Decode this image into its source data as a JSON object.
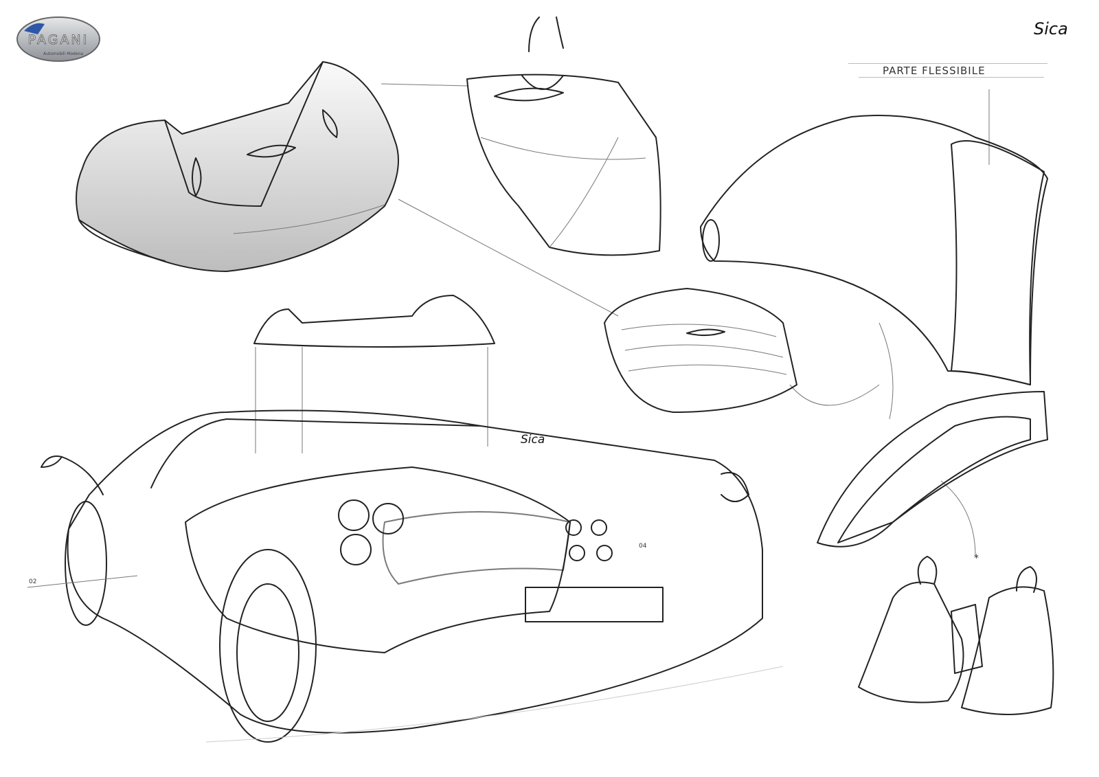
{
  "logo": {
    "brand": "PAGANI",
    "tagline": "Automobili Modena"
  },
  "signatures": {
    "top": "Sica",
    "car": "Sica"
  },
  "annotations": {
    "flexible_part": "PARTE FLESSIBILE",
    "mark_02": "02",
    "mark_04": "04",
    "mark_star": "*"
  },
  "colors": {
    "ink": "#222222",
    "shade": "#9a9a9a",
    "carbon": "#4a4a4a",
    "logo_blue": "#2f57a8",
    "logo_silver": "#b8bcc2"
  }
}
